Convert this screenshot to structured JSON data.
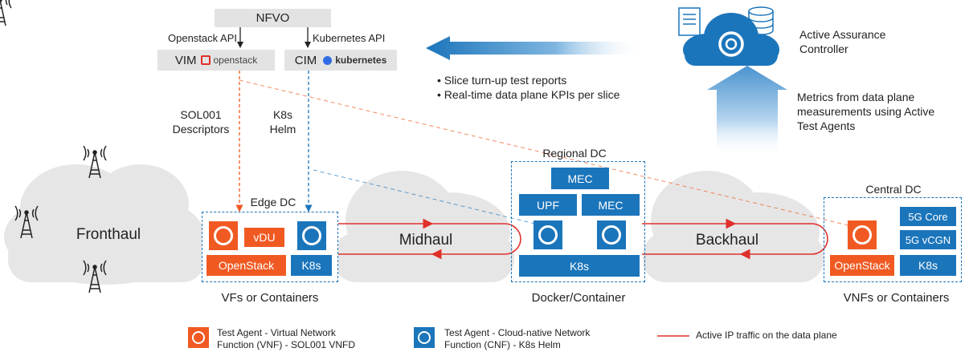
{
  "nfvo": {
    "title": "NFVO",
    "openstack_api": "Openstack API",
    "kubernetes_api": "Kubernetes API",
    "vim": "VIM",
    "vim_brand": "openstack",
    "cim": "CIM",
    "cim_brand": "kubernetes"
  },
  "links": {
    "sol001": "SOL001",
    "descriptors": "Descriptors",
    "k8s": "K8s",
    "helm": "Helm"
  },
  "reports": {
    "item1": "• Slice turn-up test reports",
    "item2": "• Real-time data plane KPIs per slice"
  },
  "controller": {
    "line1": "Active Assurance",
    "line2": "Controller"
  },
  "metrics": {
    "line1": "Metrics from data plane",
    "line2": "measurements using Active",
    "line3": "Test Agents"
  },
  "clouds": {
    "fronthaul": "Fronthaul",
    "midhaul": "Midhaul",
    "backhaul": "Backhaul"
  },
  "edge_dc": {
    "title": "Edge DC",
    "vdu": "vDU",
    "openstack": "OpenStack",
    "k8s": "K8s",
    "caption": "VFs or Containers"
  },
  "regional_dc": {
    "title": "Regional DC",
    "mec_top": "MEC",
    "upf": "UPF",
    "mec": "MEC",
    "k8s": "K8s",
    "caption": "Docker/Container"
  },
  "central_dc": {
    "title": "Central DC",
    "core": "5G Core",
    "vcgn": "5G vCGN",
    "openstack": "OpenStack",
    "k8s": "K8s",
    "caption": "VNFs or Containers"
  },
  "legend": {
    "vnf_line1": "Test Agent - Virtual Network",
    "vnf_line2": "Function (VNF) - SOL001 VNFD",
    "cnf_line1": "Test Agent - Cloud-native Network",
    "cnf_line2": "Function (CNF) - K8s Helm",
    "traffic": "Active IP traffic on the data plane"
  },
  "colors": {
    "orange": "#f05a22",
    "blue": "#1b75bb",
    "red_line": "#e0302a",
    "cloud": "#e6e6e6"
  },
  "icons": [
    "cell-tower-icon",
    "test-agent-vnf-icon",
    "test-agent-cnf-icon",
    "cloud-controller-icon",
    "document-icon",
    "database-icon"
  ]
}
